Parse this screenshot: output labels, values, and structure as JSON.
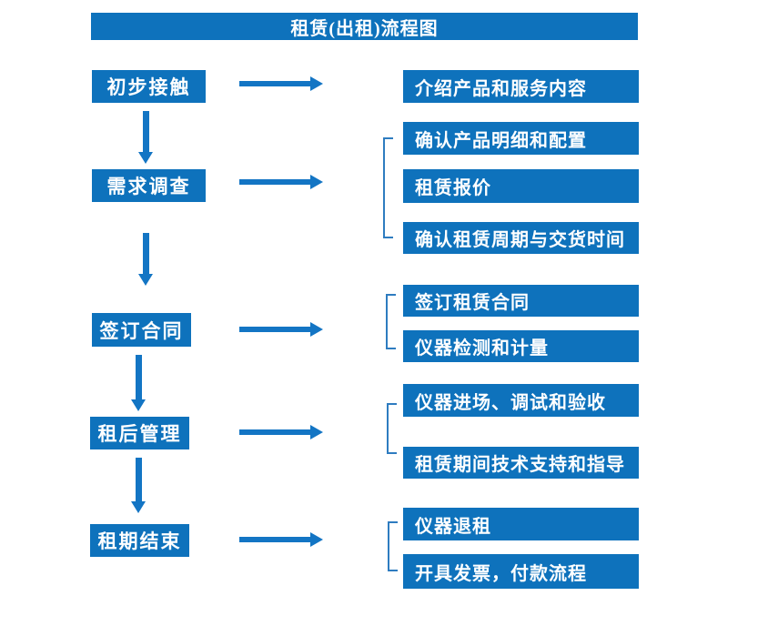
{
  "title": "租赁(出租)流程图",
  "colors": {
    "primary": "#0E72BC",
    "arrow": "#1375C4",
    "bracket": "#2E7CC0",
    "text": "#FFFFFF",
    "background": "#FFFFFF"
  },
  "steps": [
    {
      "label": "初步接触",
      "outputs": [
        "介绍产品和服务内容"
      ]
    },
    {
      "label": "需求调查",
      "outputs": [
        "确认产品明细和配置",
        "租赁报价",
        "确认租赁周期与交货时间"
      ]
    },
    {
      "label": "签订合同",
      "outputs": [
        "签订租赁合同",
        "仪器检测和计量"
      ]
    },
    {
      "label": "租后管理",
      "outputs": [
        "仪器进场、调试和验收",
        "租赁期间技术支持和指导"
      ]
    },
    {
      "label": "租期结束",
      "outputs": [
        "仪器退租",
        "开具发票，付款流程"
      ]
    }
  ]
}
